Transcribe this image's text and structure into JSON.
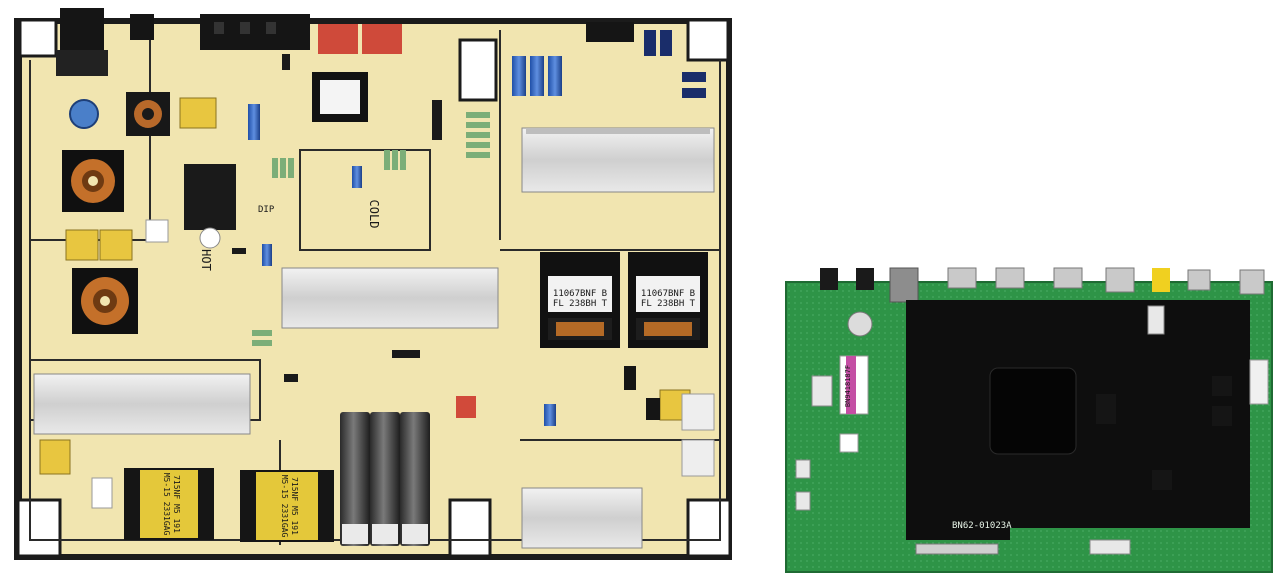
{
  "psu": {
    "transformer_labels": [
      {
        "line1": "11067BNF B",
        "line2": "FL 238BH T"
      },
      {
        "line1": "11067BNF B",
        "line2": "FL 238BH T"
      }
    ],
    "inductor_labels": [
      {
        "line1": "715NF M5 191",
        "line2": "M5-15 2331GAG"
      },
      {
        "line1": "715NF M5 191",
        "line2": "M5-15 2331GAG"
      }
    ],
    "cold_label": "COLD",
    "hot_label": "HOT",
    "dip_label": "DIP"
  },
  "mainboard": {
    "sticker_text": "BN9418187F",
    "part_label": "BN62-01023A"
  },
  "colors": {
    "psu_board": "#f1e5b0",
    "mainboard": "#2f9a4a",
    "heatsink": "#d8d8d8",
    "black_mask": "#0e0e0e"
  }
}
